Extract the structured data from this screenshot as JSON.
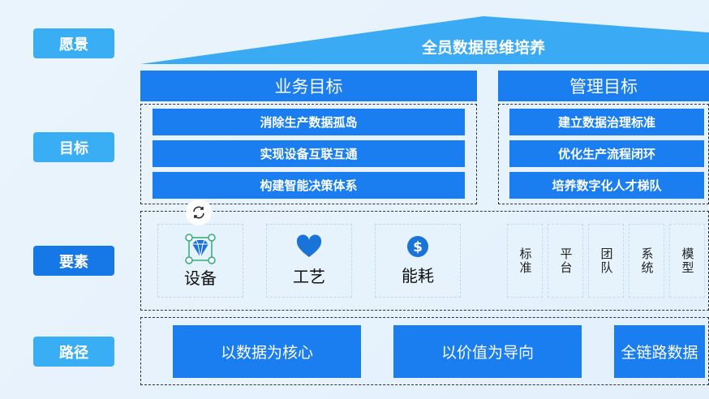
{
  "labels": {
    "vision": "愿景",
    "goal": "目标",
    "element": "要素",
    "path": "路径"
  },
  "vision": "全员数据思维培养",
  "business": {
    "title": "业务目标",
    "items": [
      "消除生产数据孤岛",
      "实现设备互联互通",
      "构建智能决策体系"
    ]
  },
  "management": {
    "title": "管理目标",
    "items": [
      "建立数据治理标准",
      "优化生产流程闭环",
      "培养数字化人才梯队"
    ]
  },
  "elements": [
    {
      "label": "设备",
      "icon": "diamond-icon"
    },
    {
      "label": "工艺",
      "icon": "heart-icon"
    },
    {
      "label": "能耗",
      "icon": "dollar-icon"
    }
  ],
  "small_elements": [
    "标准",
    "平台",
    "团队",
    "系统",
    "模型"
  ],
  "paths": [
    "以数据为核心",
    "以价值为导向",
    "全链路数据"
  ],
  "colors": {
    "primary": "#1a7df0",
    "label": "#3aaef4",
    "label_active": "#1677e6"
  }
}
